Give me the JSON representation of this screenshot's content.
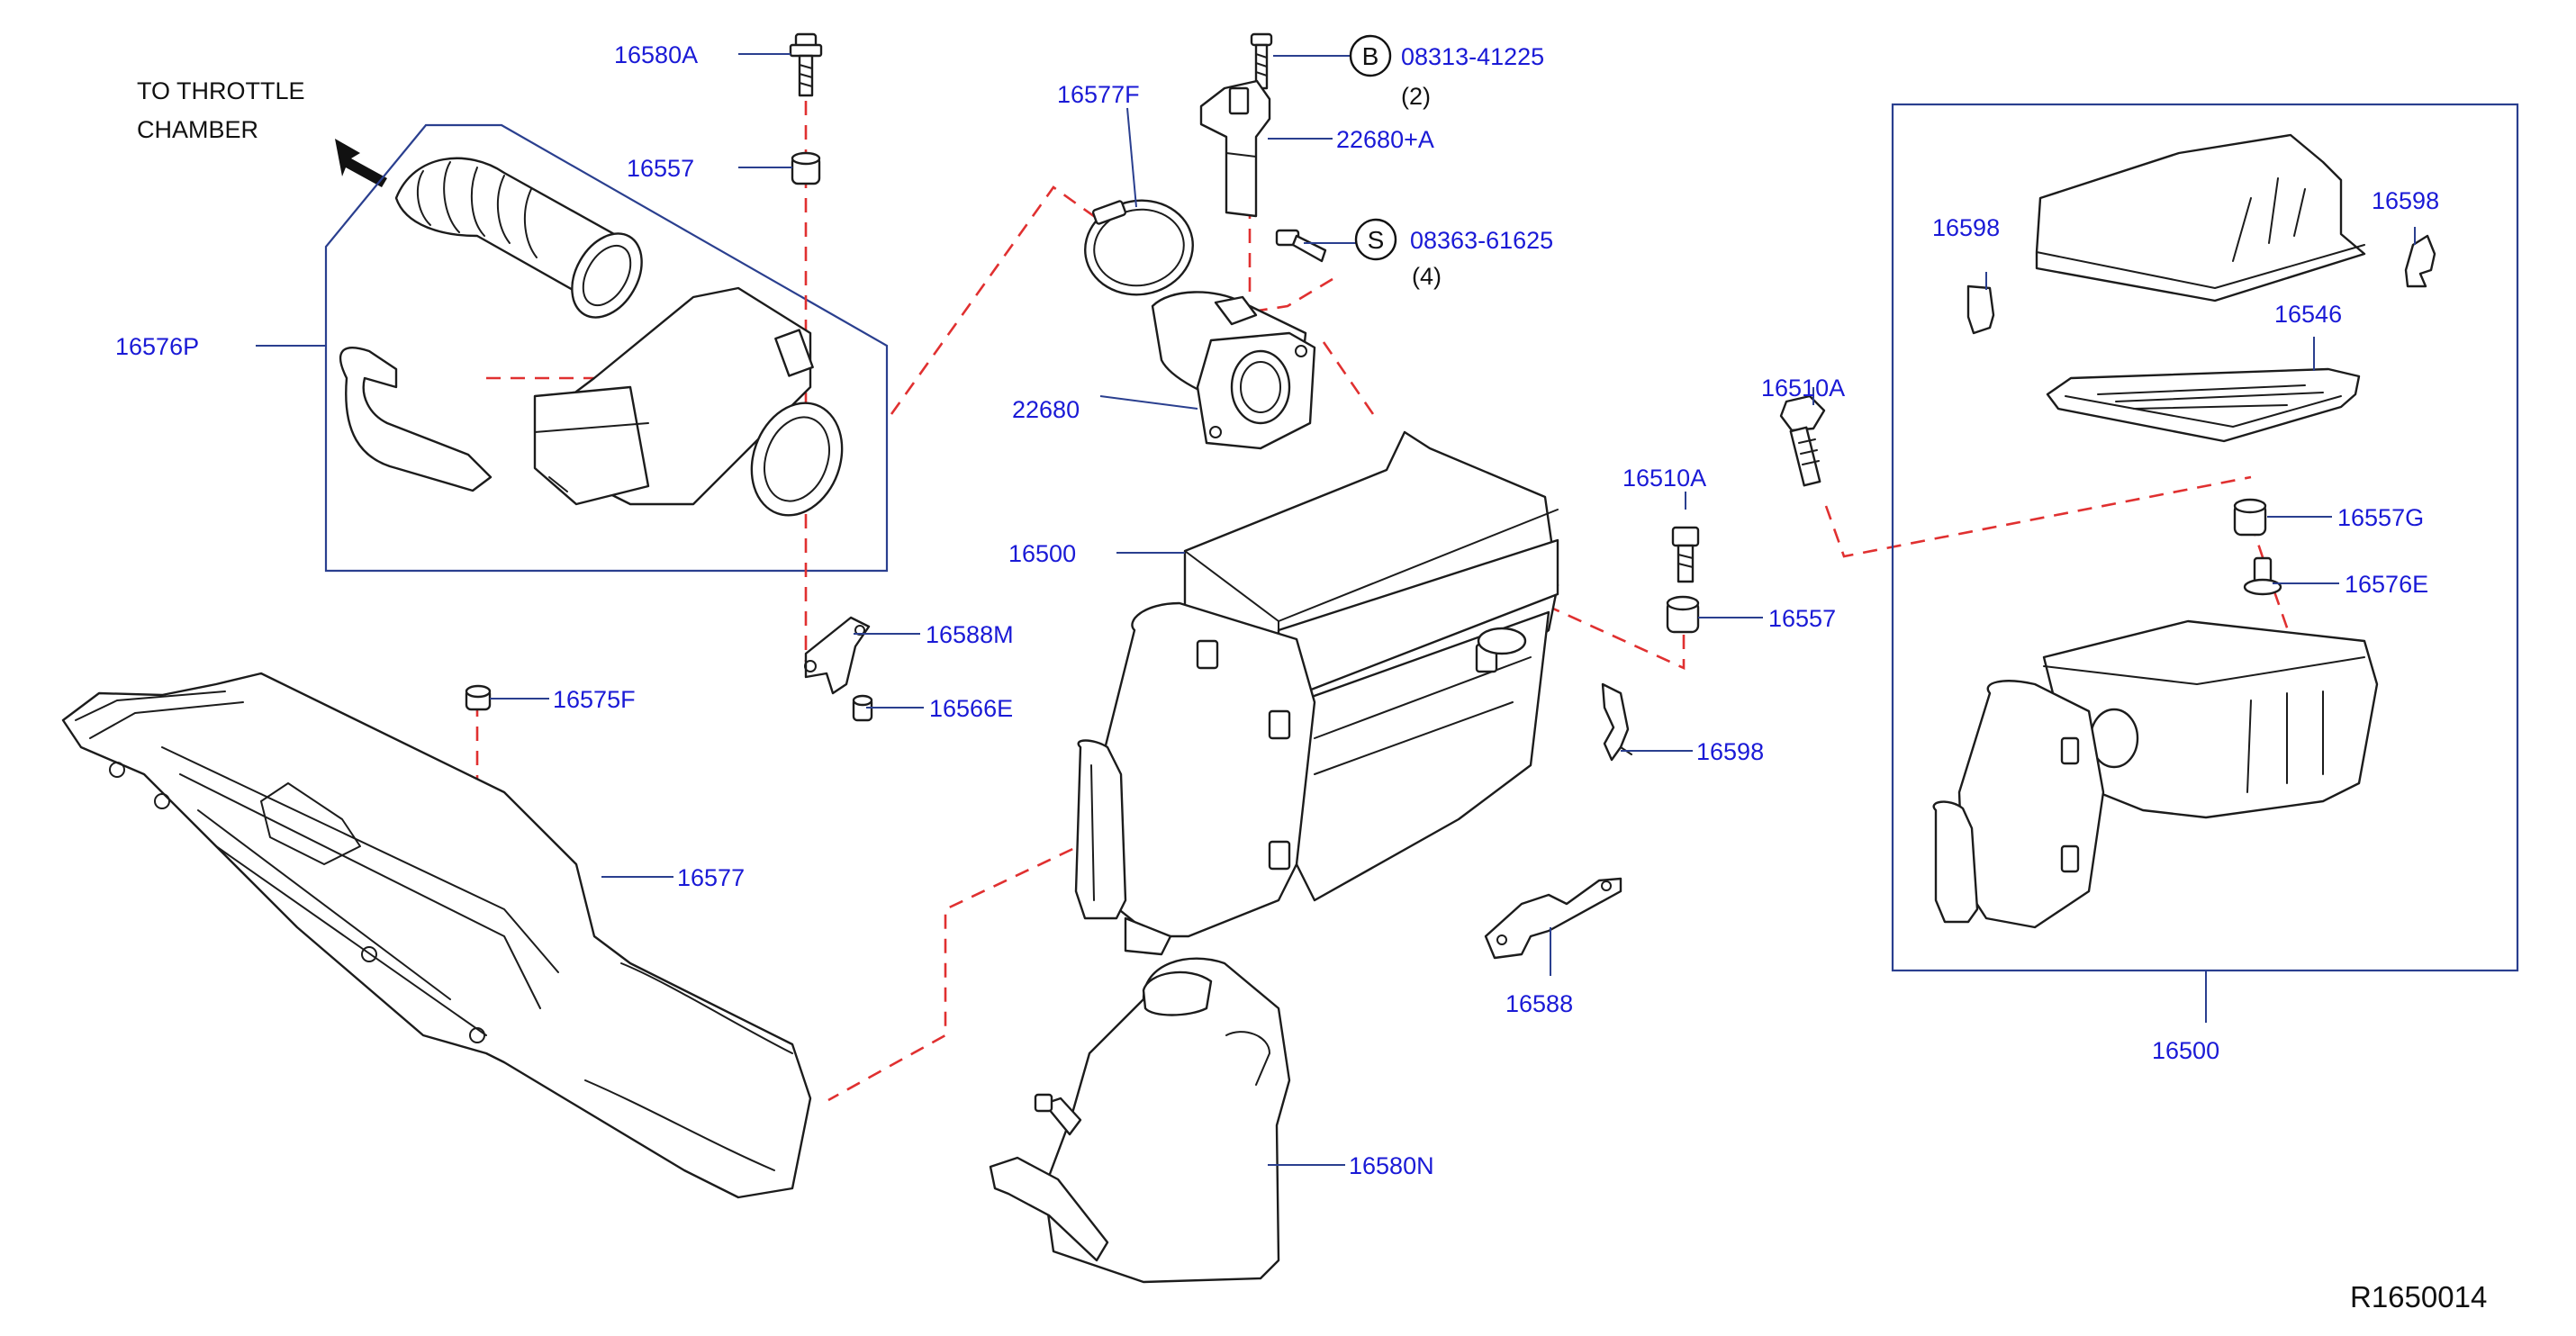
{
  "colors": {
    "label": "#1a1ad6",
    "leader": "#2a3f8f",
    "dashed": "#e03030",
    "line": "#1c1c1c"
  },
  "header": {
    "line1": "TO  THROTTLE",
    "line2": "CHAMBER"
  },
  "labels": {
    "p16580A": "16580A",
    "p16557_top": "16557",
    "p16576P": "16576P",
    "p16577F": "16577F",
    "p08313": "08313-41225",
    "p08313_qty": "(2)",
    "p22680A": "22680+A",
    "p08363": "08363-61625",
    "p08363_qty": "(4)",
    "p22680": "22680",
    "p16500_main": "16500",
    "p16588M": "16588M",
    "p16566E": "16566E",
    "p16575F": "16575F",
    "p16577": "16577",
    "p16580N": "16580N",
    "p16510A_upper": "16510A",
    "p16510A_lower": "16510A",
    "p16557_right": "16557",
    "p16598_mid": "16598",
    "p16588": "16588",
    "p16598_box_left": "16598",
    "p16598_box_right": "16598",
    "p16546": "16546",
    "p16557G": "16557G",
    "p16576E": "16576E",
    "p16500_box": "16500"
  },
  "circles": {
    "bolt_b": "B",
    "bolt_s": "S"
  },
  "reference": "R1650014",
  "icons": [
    "arrow-icon"
  ]
}
